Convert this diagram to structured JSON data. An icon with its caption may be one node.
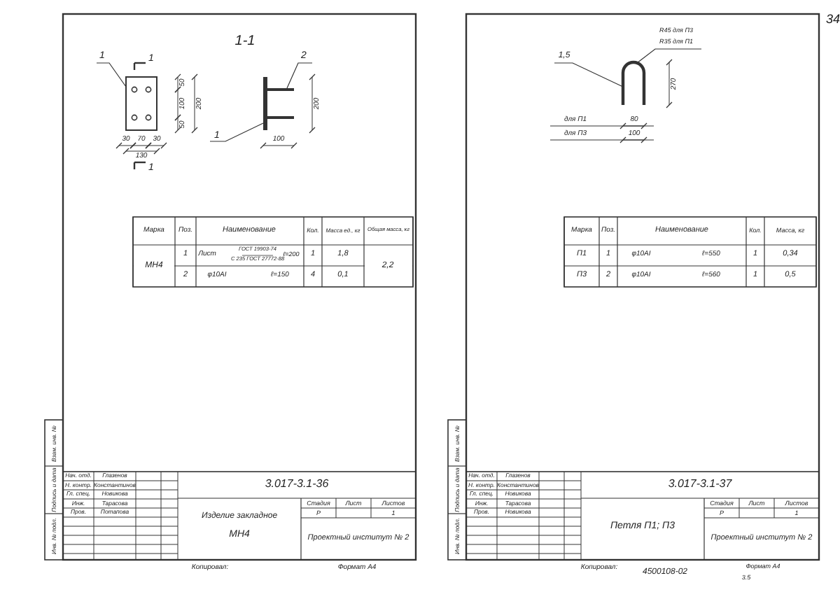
{
  "diagram": {
    "nodes": [
      {
        "text": [
          "1"
        ]
      },
      {
        "text": [],
        "shape": "box"
      },
      {
        "text": [
          "2"
        ]
      },
      {
        "text": [],
        "shape": "bar"
      },
      {
        "text": [
          "1"
        ]
      },
      {
        "text": [],
        "shape": "bar"
      },
      {
        "text": [
          "1,5"
        ]
      },
      {
        "text": [],
        "shape": "picture"
      },
      {
        "text": [
          "R45 для П3",
          "R35 для П1"
        ]
      }
    ],
    "edges": [
      {
        "from": 0,
        "to": 1,
        "arrow": "none"
      },
      {
        "from": 2,
        "to": 5,
        "arrow": "none"
      },
      {
        "from": 4,
        "to": 3,
        "arrow": "none"
      },
      {
        "from": 6,
        "to": 7,
        "arrow": "none"
      },
      {
        "from": 8,
        "to": 7,
        "arrow": "none"
      }
    ],
    "labels": [
      "1",
      "1-1",
      "50",
      "100",
      "200",
      "50",
      "200",
      "30",
      "70",
      "30",
      "100",
      "130",
      "1",
      "Марка",
      "Поз.",
      "Наименование",
      "Кол.",
      "Масса ед., кг",
      "Общая масса, кг",
      "МН4",
      "1",
      "Лист",
      "ГОСТ 19903-74",
      "С 235 ГОСТ 27772-88",
      "ℓ=200",
      "1",
      "1,8",
      "2,2",
      "2",
      "φ10AI",
      "ℓ=150",
      "4",
      "0,1",
      "Нач. отд.",
      "Глазенов",
      "Н. контр.",
      "Константинов",
      "Гл. спец.",
      "Новикова",
      "Инж.",
      "Тарасова",
      "Пров.",
      "Потапова",
      "3.017-3.1-36",
      "Изделие закладное",
      "МН4",
      "Стадия",
      "Лист",
      "Листов",
      "Р",
      "1",
      "Проектный институт № 2",
      "Копировал:",
      "Формат А4",
      "Инв. № подл.",
      "Подпись и дата",
      "Взам. инв. №",
      "34",
      "для П1",
      "80",
      "для П3",
      "100",
      "270",
      "Марка",
      "Поз.",
      "Наименование",
      "Кол.",
      "Масса, кг",
      "П1",
      "1",
      "φ10AI",
      "ℓ=550",
      "1",
      "0,34",
      "П3",
      "2",
      "φ10AI",
      "ℓ=560",
      "1",
      "0,5",
      "Нач. отд.",
      "Глазенов",
      "Н. контр.",
      "Константинов",
      "Гл. спец.",
      "Новикова",
      "Инж.",
      "Тарасова",
      "Пров.",
      "Новикова",
      "3.017-3.1-37",
      "Петля П1; П3",
      "Стадия",
      "Лист",
      "Листов",
      "Р",
      "1",
      "Проектный институт № 2",
      "Копировал:",
      "4500108-02",
      "Формат А4",
      "3.5",
      "Инв. № подл.",
      "Подпись и дата",
      "Взам. инв. №"
    ]
  }
}
